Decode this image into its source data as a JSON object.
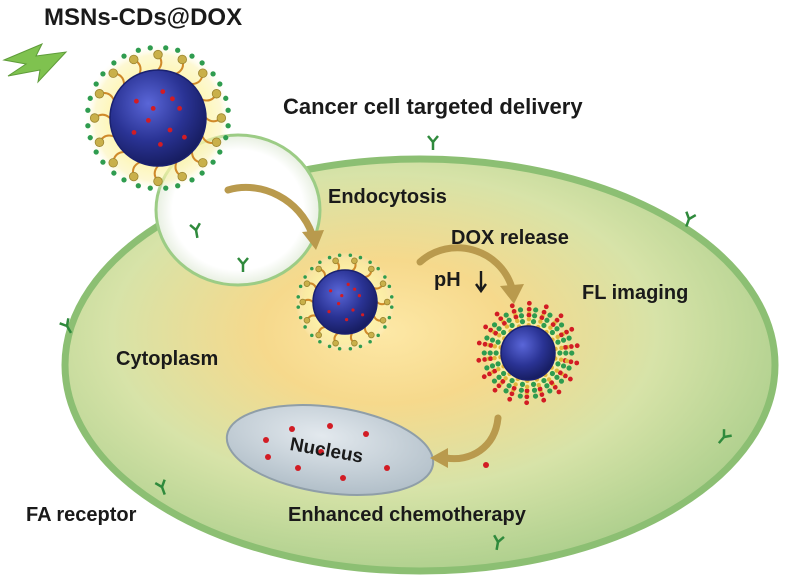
{
  "labels": {
    "title": "MSNs-CDs@DOX",
    "delivery": "Cancer cell targeted delivery",
    "endocytosis": "Endocytosis",
    "dox_release": "DOX release",
    "ph": "pH",
    "fl_imaging": "FL imaging",
    "cytoplasm": "Cytoplasm",
    "nucleus": "Nucleus",
    "fa_receptor": "FA receptor",
    "chemotherapy": "Enhanced chemotherapy"
  },
  "colors": {
    "cell_edge": "#8cbf73",
    "cell_fill": "#c9e0b0",
    "cytoplasm_glow": "#f7d47c",
    "particle_core": "#232c8f",
    "dox_dot": "#d21c24",
    "carbon_dot": "#2f9c4f",
    "ligand": "#d08a2a",
    "arrow": "#b99a4d",
    "nucleus_fill": "#c9d3d9",
    "receptor": "#2f8a3c"
  },
  "icons": {
    "light": "lightning-bolt-icon",
    "ph_down": "down-arrow-icon"
  }
}
